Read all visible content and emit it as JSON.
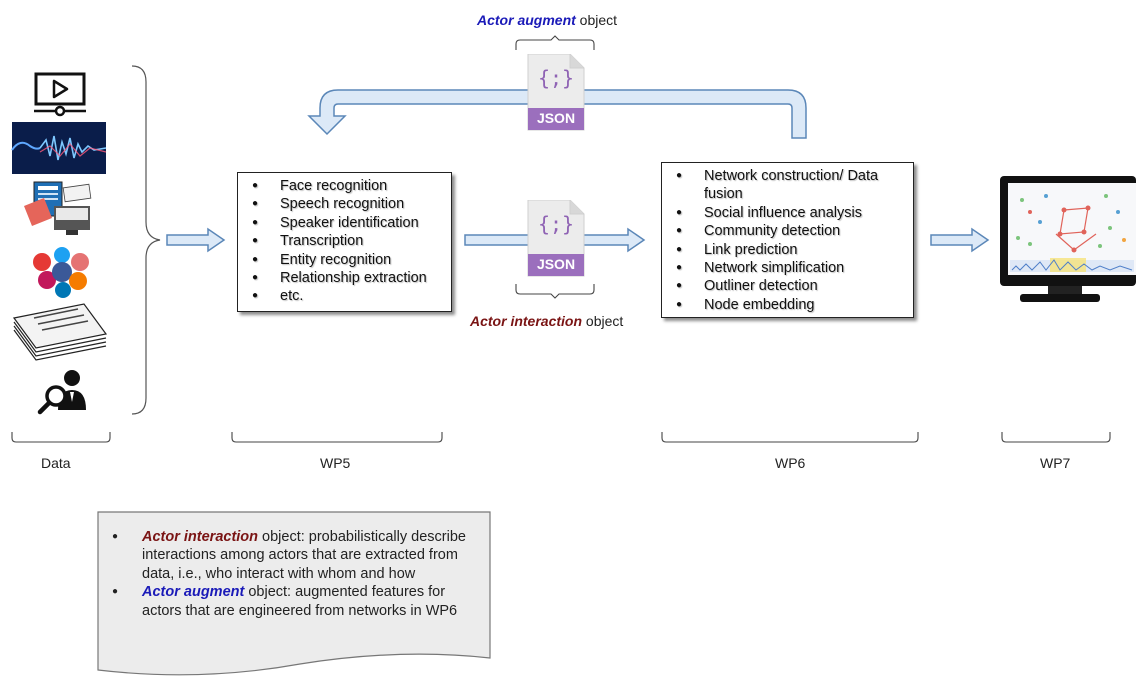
{
  "top_label": {
    "emph": "Actor augment",
    "rest": " object"
  },
  "bottom_label": {
    "emph": "Actor interaction",
    "rest": " object"
  },
  "json_badge": "JSON",
  "json_glyph": "{;}",
  "wp5_items": [
    "Face recognition",
    "Speech recognition",
    "Speaker identification",
    "Transcription",
    "Entity recognition",
    "Relationship extraction",
    "etc."
  ],
  "wp6_items": [
    "Network construction/ Data fusion",
    "Social influence analysis",
    "Community detection",
    "Link prediction",
    "Network simplification",
    "Outliner detection",
    "Node embedding"
  ],
  "stage_labels": {
    "data": "Data",
    "wp5": "WP5",
    "wp6": "WP6",
    "wp7": "WP7"
  },
  "data_icons": [
    "video-icon",
    "voice-wave-icon",
    "news-icon",
    "social-media-icon",
    "documents-icon",
    "investigator-icon"
  ],
  "note": {
    "item1": {
      "emph": "Actor interaction",
      "rest": " object: probabilistically describe interactions among actors that are extracted from data, i.e., who interact with whom and how"
    },
    "item2": {
      "emph": "Actor augment",
      "rest": " object: augmented features for actors that are engineered from networks in WP6"
    }
  },
  "colors": {
    "arrow_fill": "#dce9f7",
    "arrow_stroke": "#5b87b8",
    "json_purple": "#9b6fbd",
    "json_file": "#ececec",
    "augment": "#1a1ab8",
    "interaction": "#7a1414"
  }
}
